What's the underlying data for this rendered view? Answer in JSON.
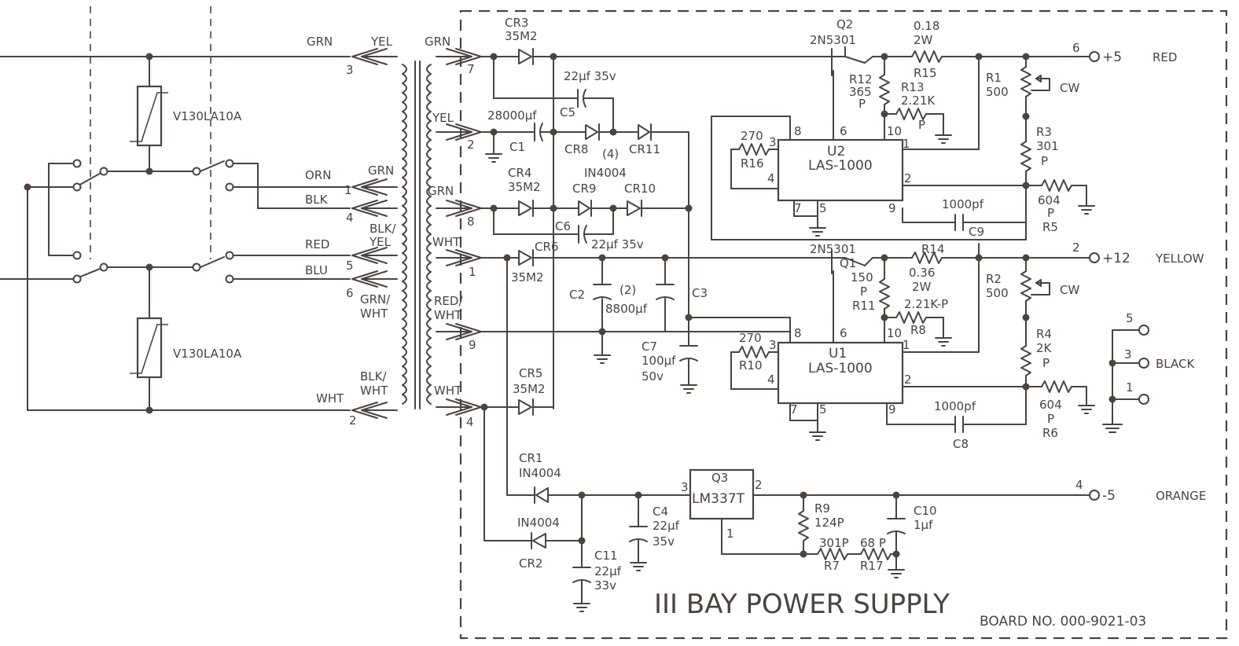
{
  "title": "III BAY POWER SUPPLY",
  "board_no": "BOARD NO. 000-9021-03",
  "colors": {
    "ink": "#4a4340",
    "background": "#ffffff"
  },
  "varistors": {
    "v1": "V130LA10A",
    "v2": "V130LA10A"
  },
  "primary": {
    "wire_grn": "GRN",
    "wire_yel": "YEL",
    "wire_orn": "ORN",
    "wire_blk": "BLK",
    "wire_red": "RED",
    "wire_blu": "BLU",
    "wire_wht": "WHT",
    "tap_grn": "GRN",
    "tap_blkyel_1": "BLK/",
    "tap_blkyel_2": "YEL",
    "tap_grnwht_1": "GRN/",
    "tap_grnwht_2": "WHT",
    "tap_blkwht_1": "BLK/",
    "tap_blkwht_2": "WHT",
    "pin_3": "3",
    "pin_1": "1",
    "pin_4": "4",
    "pin_5": "5",
    "pin_6": "6",
    "pin_2": "2"
  },
  "secondary": {
    "grn_top": "GRN",
    "yel": "YEL",
    "grn_mid": "GRN",
    "wht_top": "WHT",
    "redwht_1": "RED/",
    "redwht_2": "WHT",
    "wht_bot": "WHT",
    "pin_7": "7",
    "pin_2": "2",
    "pin_8": "8",
    "pin_1": "1",
    "pin_9": "9",
    "pin_4": "4"
  },
  "parts": {
    "cr3": "CR3",
    "cr3_v": "35M2",
    "c5_v": "22µf 35v",
    "c5": "C5",
    "c1_v": "28000µf",
    "c1": "C1",
    "cr8": "CR8",
    "cr_group": "(4)",
    "cr11": "CR11",
    "cr4": "CR4",
    "cr4_v": "35M2",
    "diode_type": "IN4004",
    "cr9": "CR9",
    "cr10": "CR10",
    "c6": "C6",
    "c6_v": "22µf 35v",
    "cr6": "CR6",
    "cr6_v": "35M2",
    "c2": "C2",
    "c2_group": "(2)",
    "c2_v": "8800µf",
    "c3": "C3",
    "c7": "C7",
    "c7_v1": "100µf",
    "c7_v2": "50v",
    "cr5": "CR5",
    "cr5_v": "35M2",
    "cr1": "CR1",
    "cr1_v": "IN4004",
    "cr2": "CR2",
    "cr2_v": "IN4004",
    "c4": "C4",
    "c4_v1": "22µf",
    "c4_v2": "35v",
    "c11": "C11",
    "c11_v1": "22µf",
    "c11_v2": "33v",
    "q2": "Q2",
    "q2_v": "2N5301",
    "r15_v1": "0.18",
    "r15_v2": "2W",
    "r15": "R15",
    "r12": "R12",
    "r12_v": "365",
    "r12_p": "P",
    "r13": "R13",
    "r13_v": "2.21K",
    "r13_p": "P",
    "r1": "R1",
    "r1_v": "500",
    "cw1": "CW",
    "r3": "R3",
    "r3_v": "301",
    "r3_p": "P",
    "r16_v": "270",
    "r16": "R16",
    "u2": "U2",
    "u2_v": "LAS-1000",
    "c9_v": "1000pf",
    "c9": "C9",
    "r5_v": "604",
    "r5_p": "P",
    "r5": "R5",
    "q1_v": "2N5301",
    "q1": "Q1",
    "r14": "R14",
    "r11_v": "150",
    "r11_p": "P",
    "r11": "R11",
    "r14_v1": "0.36",
    "r14_v2": "2W",
    "r8_v": "2.21K-P",
    "r8": "R8",
    "r2": "R2",
    "r2_v": "500",
    "cw2": "CW",
    "r4": "R4",
    "r4_v": "2K",
    "r4_p": "P",
    "r10_v": "270",
    "r10": "R10",
    "u1": "U1",
    "u1_v": "LAS-1000",
    "c8_v": "1000pf",
    "c8": "C8",
    "r6_v": "604",
    "r6_p": "P",
    "r6": "R6",
    "q3": "Q3",
    "q3_v": "LM337T",
    "r9": "R9",
    "r9_v": "124P",
    "r7_v": "301P",
    "r7": "R7",
    "r17_v": "68 P",
    "r17": "R17",
    "c10": "C10",
    "c10_v": "1µf"
  },
  "ic_pins": {
    "u2_3": "3",
    "u2_8": "8",
    "u2_6": "6",
    "u2_10": "10",
    "u2_1": "1",
    "u2_4": "4",
    "u2_2": "2",
    "u2_7": "7",
    "u2_5": "5",
    "u2_9": "9",
    "u1_3": "3",
    "u1_8": "8",
    "u1_6": "6",
    "u1_10": "10",
    "u1_1": "1",
    "u1_4": "4",
    "u1_2": "2",
    "u1_7": "7",
    "u1_5": "5",
    "u1_9": "9",
    "q3_3": "3",
    "q3_2": "2",
    "q3_1": "1"
  },
  "outputs": {
    "out6_pin": "6",
    "out6_label": "+5",
    "out6_color": "RED",
    "out2_pin": "2",
    "out2_label": "+12",
    "out2_color": "YELLOW",
    "out4_pin": "4",
    "out4_label": "-5",
    "out4_color": "ORANGE",
    "blk_5": "5",
    "blk_3": "3",
    "blk_1": "1",
    "blk_label": "BLACK"
  }
}
